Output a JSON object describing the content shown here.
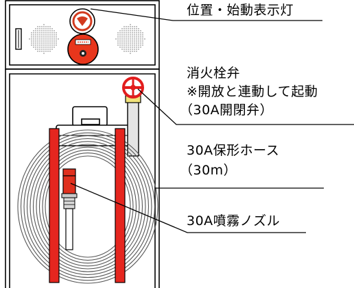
{
  "labels": {
    "indicator_lamp": "位置・始動表示灯",
    "hydrant_valve_line1": "消火栓弁",
    "hydrant_valve_line2": "※開放と連動して起動",
    "hydrant_valve_line3": "（30A開閉弁）",
    "hose_line1": "30A保形ホース",
    "hose_line2": "（30m）",
    "nozzle": "30A噴霧ノズル"
  },
  "colors": {
    "alarm_red": "#e8361c",
    "valve_red": "#e21d1d",
    "hose_strap_red": "#e5261f",
    "nozzle_red": "#e0301e",
    "outline": "#000000",
    "hose_line": "#555555",
    "pipe_fill": "#e4e4e4"
  }
}
